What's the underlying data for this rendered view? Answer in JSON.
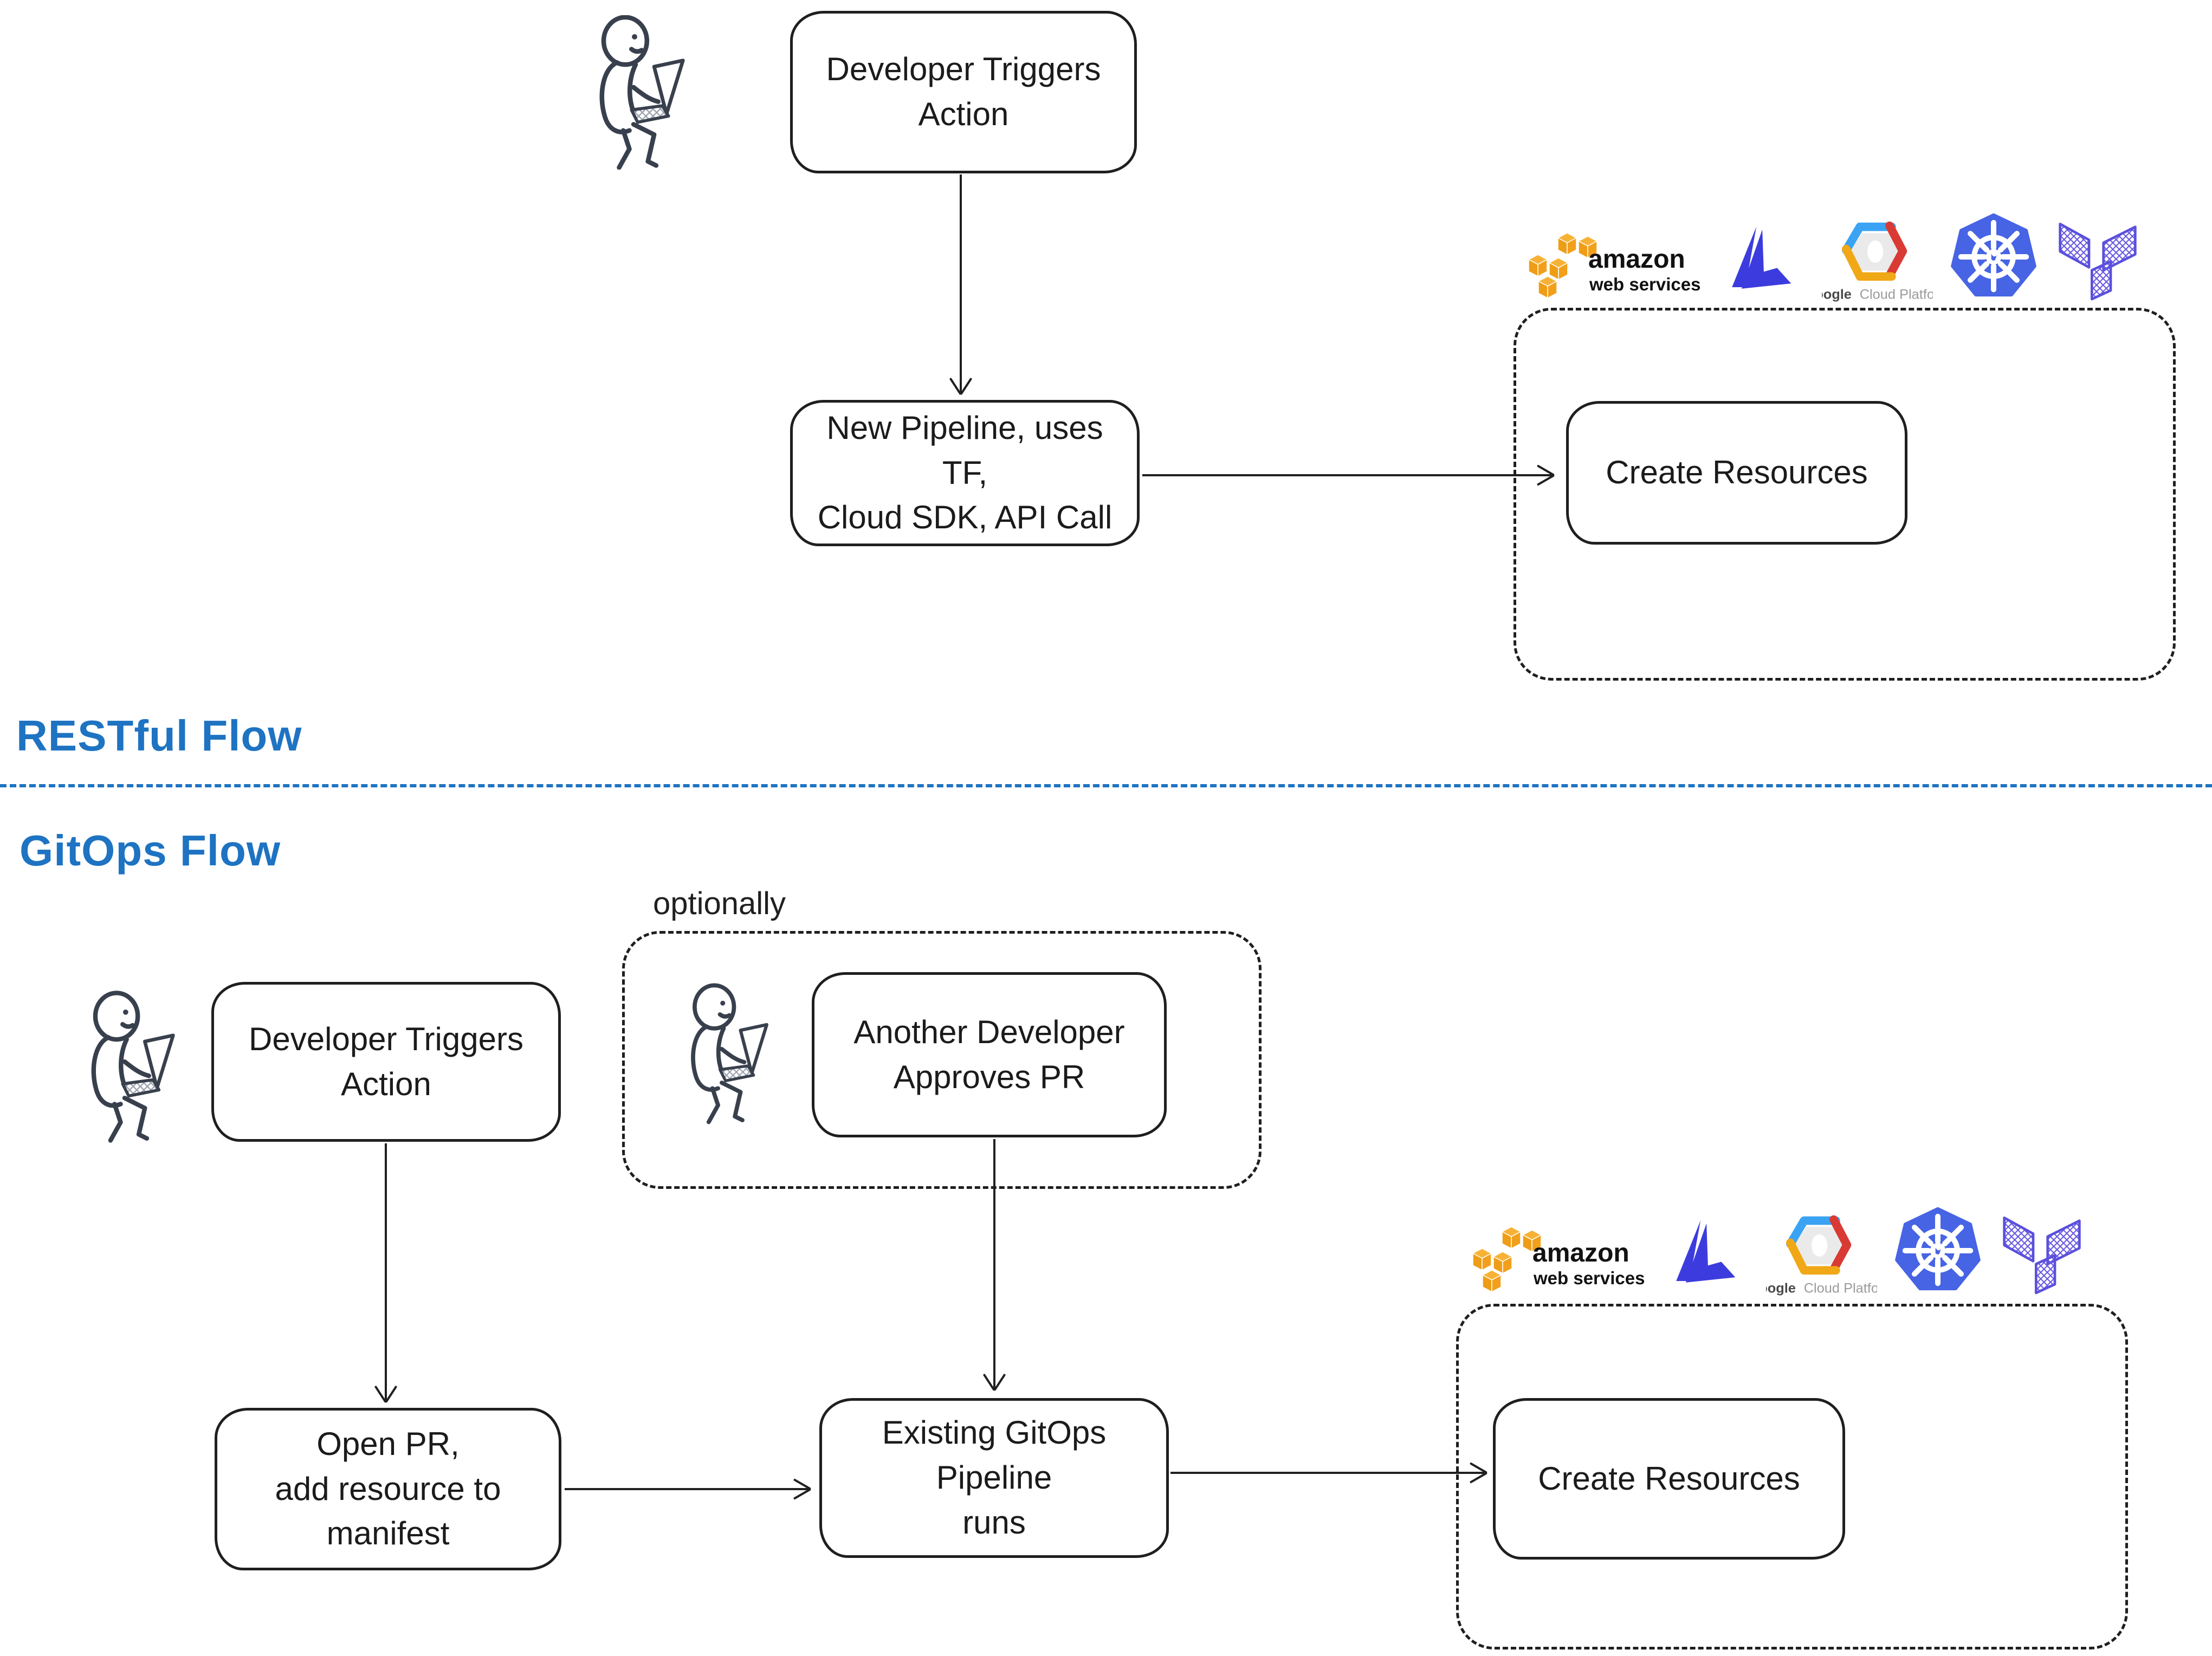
{
  "sections": {
    "restful": {
      "label": "RESTful Flow"
    },
    "gitops": {
      "label": "GitOps Flow"
    },
    "accent_color": "#1E73C2",
    "line_color": "#1F1F1F"
  },
  "restful_flow": {
    "developer_triggers": "Developer Triggers\nAction",
    "new_pipeline": "New Pipeline, uses TF,\nCloud SDK, API Call",
    "create_resources": "Create Resources"
  },
  "gitops_flow": {
    "optionally_label": "optionally",
    "developer_triggers": "Developer Triggers\nAction",
    "another_developer": "Another Developer\nApproves PR",
    "open_pr": "Open PR,\nadd resource to\nmanifest",
    "existing_pipeline": "Existing GitOps Pipeline\nruns",
    "create_resources": "Create Resources"
  },
  "icons": [
    "developer-icon",
    "aws-icon",
    "azure-icon",
    "gcp-icon",
    "kubernetes-icon",
    "terraform-icon"
  ],
  "cloud_logos": {
    "aws": {
      "line1": "amazon",
      "line2": "web services",
      "orange": "#F2A01B",
      "text_color": "#111111"
    },
    "azure": {
      "blue": "#3C3CDE"
    },
    "gcp": {
      "word_google": "Google",
      "word_rest": "Cloud Platform",
      "blue": "#3AA3F3",
      "red": "#D93A33",
      "yellow": "#F0A817",
      "inner_gray": "#EAEAEA",
      "text_gray": "#9B9B9B"
    },
    "kubernetes": {
      "blue": "#4664E4"
    },
    "terraform": {
      "purple": "#5A50DD"
    }
  }
}
